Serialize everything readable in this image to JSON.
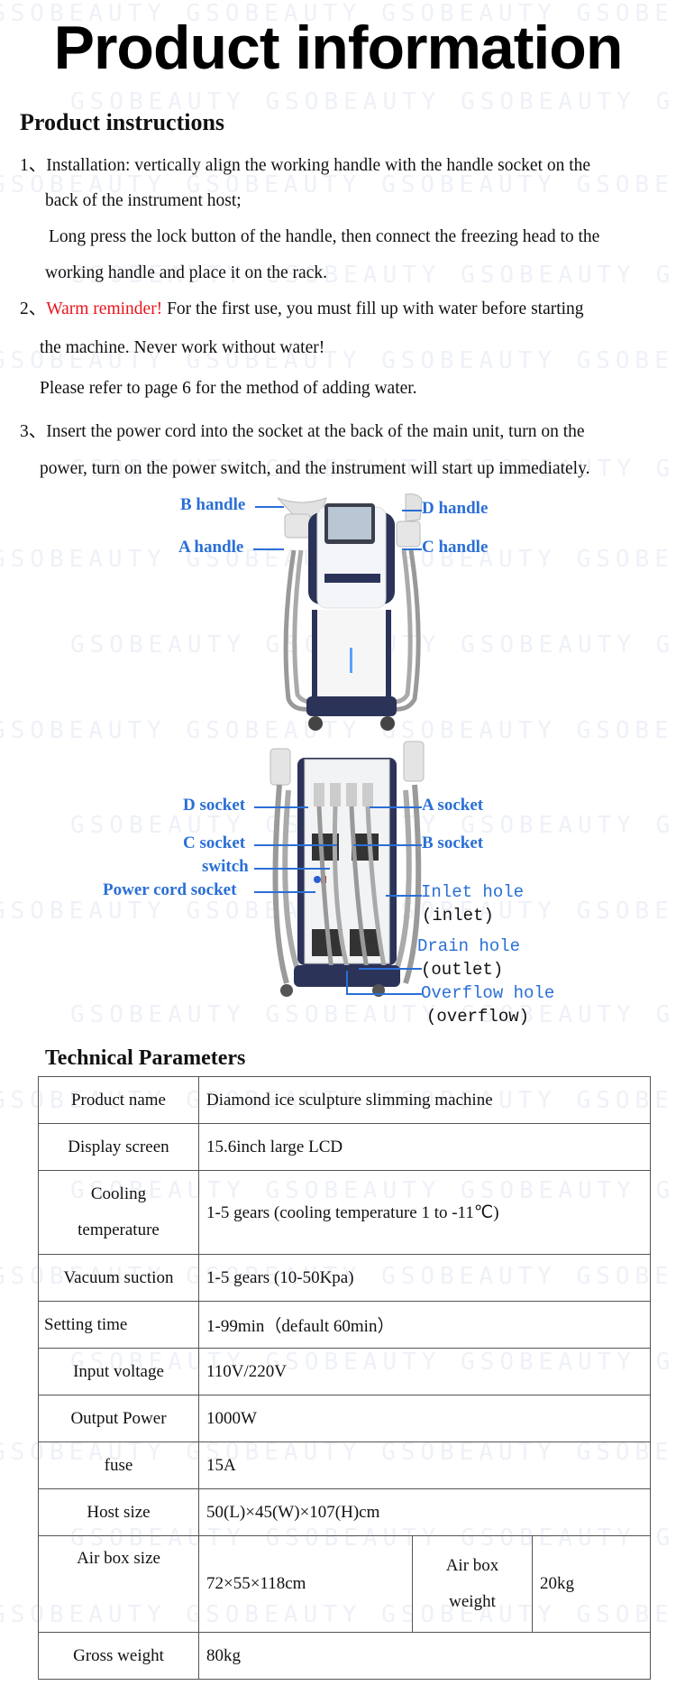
{
  "page": {
    "title": "Product information",
    "watermark": "GSOBEAUTY GSOBEAUTY GSOBEAUTY GSOBEAUTY GSOBEAUTY"
  },
  "instructions": {
    "heading": "Product instructions",
    "item1": {
      "number": "1、",
      "line1": "Installation: vertically align the working handle with the handle socket on the",
      "line2": "back of the instrument host;",
      "line3": "Long press the lock button of the handle, then connect the freezing head to the",
      "line4": "working handle and place it on the rack."
    },
    "item2": {
      "number": "2、",
      "highlight": "Warm reminder!",
      "line1_rest": " For the first use, you must fill up with water before starting",
      "line2": "the machine. Never work without water!",
      "line3": "Please refer to page 6 for the method of adding water."
    },
    "item3": {
      "number": "3、",
      "line1": "Insert the power cord into the socket at the back of the main unit, turn on the",
      "line2": "power, turn on the power switch, and the instrument will start up immediately."
    }
  },
  "front_diagram": {
    "labels": [
      "B handle",
      "D handle",
      "A handle",
      "C handle"
    ]
  },
  "back_diagram": {
    "labels": {
      "d_socket": "D socket",
      "a_socket": "A socket",
      "c_socket": "C socket",
      "b_socket": "B socket",
      "switch": "switch",
      "power_cord_socket": "Power cord socket",
      "inlet_hole": "Inlet hole",
      "inlet_sub": "(inlet)",
      "drain_hole": "Drain hole",
      "drain_sub": "(outlet)",
      "overflow_hole": "Overflow hole",
      "overflow_sub": "(overflow)"
    }
  },
  "parameters": {
    "heading": "Technical Parameters",
    "rows": [
      {
        "key": "Product name",
        "value": "Diamond ice sculpture slimming machine"
      },
      {
        "key": "Display screen",
        "value": "15.6inch large LCD"
      },
      {
        "key_line1": "Cooling",
        "key_line2": "temperature",
        "value": "1-5 gears (cooling temperature 1 to -11℃)"
      },
      {
        "key": "Vacuum suction",
        "value": "1-5 gears (10-50Kpa)"
      },
      {
        "key": "Setting time",
        "value": "1-99min（default 60min）"
      },
      {
        "key": "Input voltage",
        "value": "110V/220V"
      },
      {
        "key": "Output Power",
        "value": "1000W"
      },
      {
        "key": "fuse",
        "value": "15A"
      },
      {
        "key": "Host size",
        "value": "50(L)×45(W)×107(H)cm"
      },
      {
        "key": "Air box size",
        "value": "72×55×118cm",
        "key2_line1": "Air box",
        "key2_line2": "weight",
        "value2": "20kg"
      },
      {
        "key": "Gross weight",
        "value": "80kg"
      }
    ]
  }
}
